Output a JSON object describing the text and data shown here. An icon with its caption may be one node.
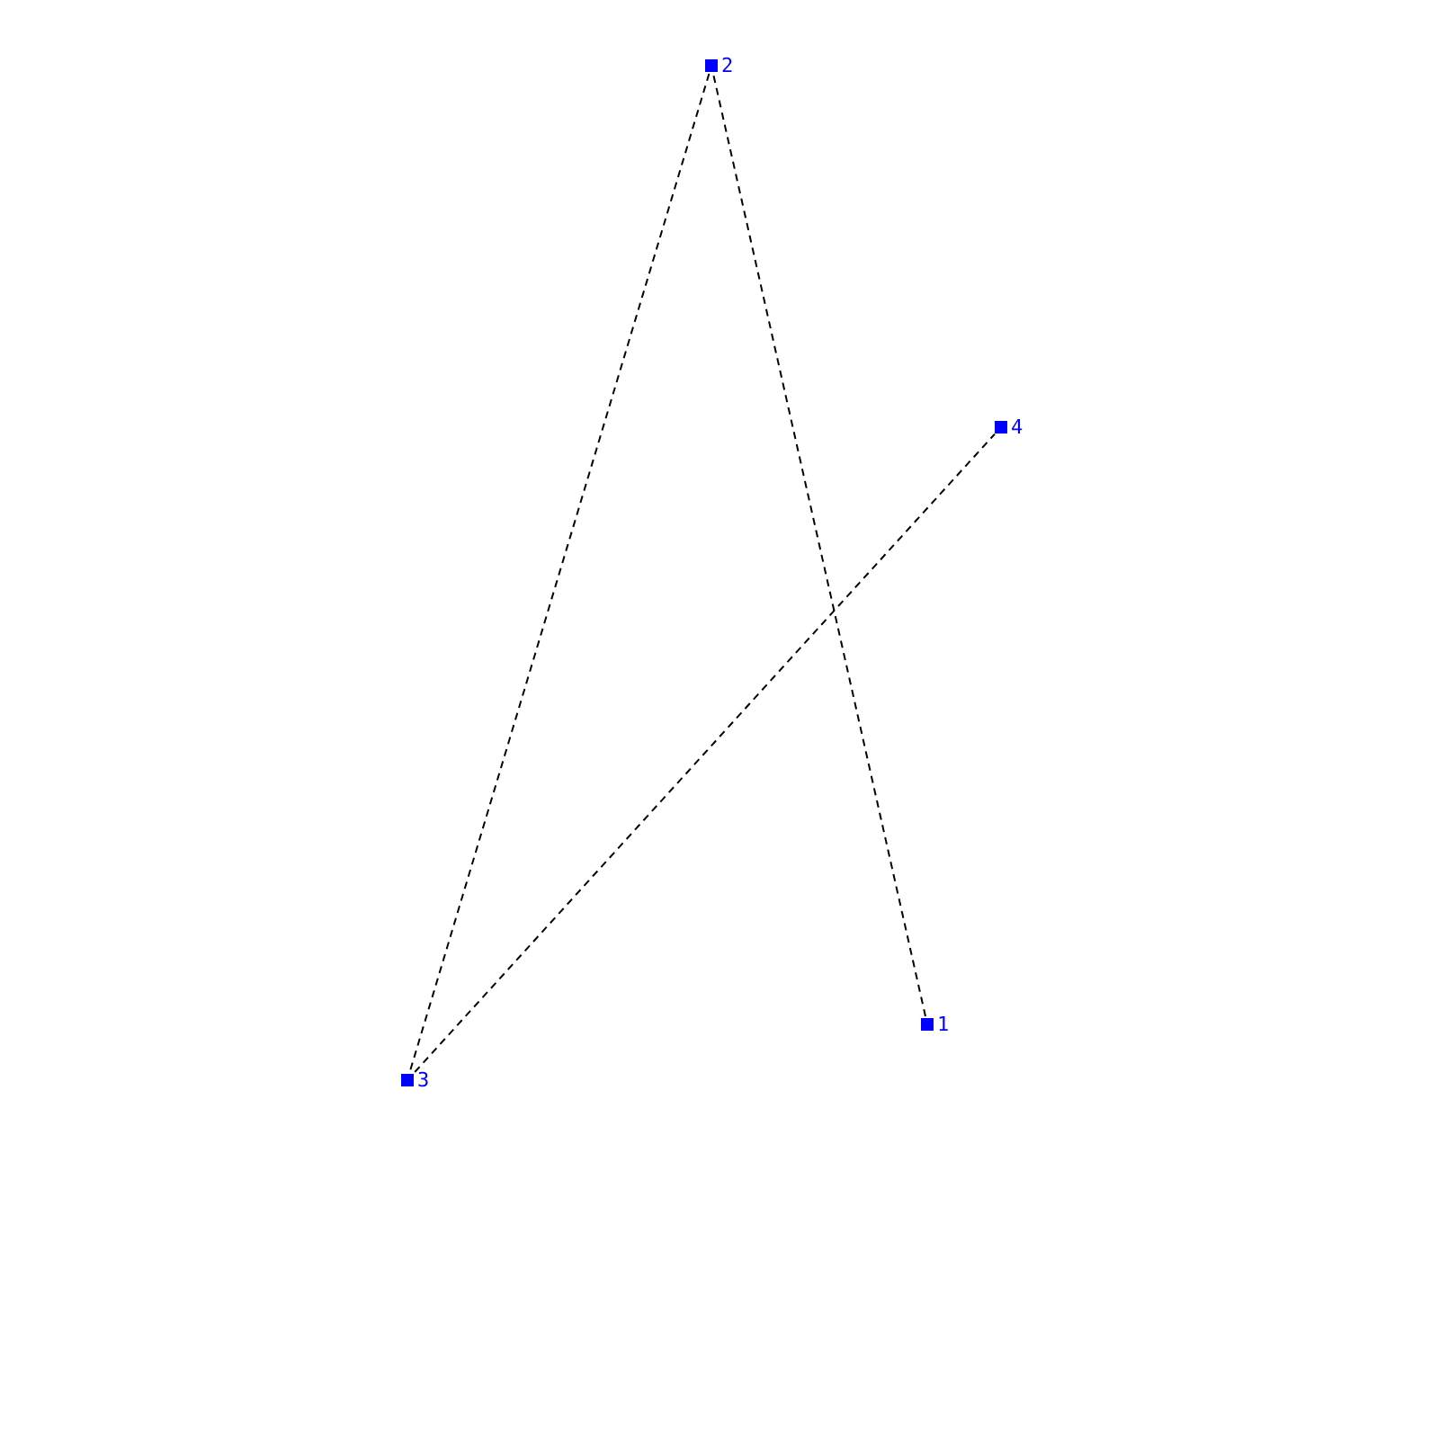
{
  "diagram": {
    "nodes": [
      {
        "text": [
          "1"
        ]
      },
      {
        "text": [
          "2"
        ]
      },
      {
        "text": [
          "3"
        ]
      },
      {
        "text": [
          "4"
        ]
      }
    ],
    "edges": [
      {
        "from": 0,
        "to": 1,
        "arrow": "none",
        "style": "dashed"
      },
      {
        "from": 1,
        "to": 2,
        "arrow": "none",
        "style": "dashed"
      },
      {
        "from": 2,
        "to": 3,
        "arrow": "none",
        "style": "dashed"
      }
    ]
  }
}
